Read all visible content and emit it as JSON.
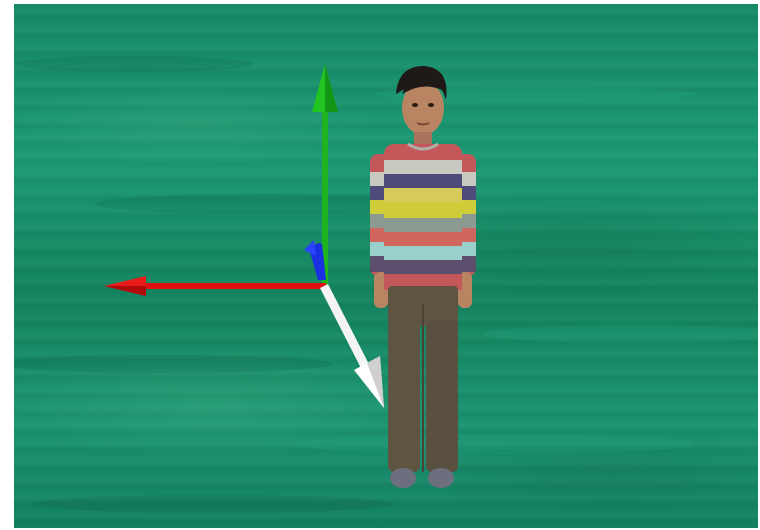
{
  "scene": {
    "ground": "green-textured-grass",
    "gizmo": {
      "axes": [
        {
          "name": "y-axis",
          "color": "#1fb31f",
          "direction": "up"
        },
        {
          "name": "x-axis",
          "color": "#e01010",
          "direction": "left"
        },
        {
          "name": "z-axis",
          "color": "#ffffff",
          "direction": "toward-viewer"
        },
        {
          "name": "rotation-handle",
          "color": "#1a2fe0",
          "direction": "curl"
        }
      ]
    },
    "character": {
      "name": "child-avatar",
      "shirt_stripes": [
        "#c4575a",
        "#c9c9c2",
        "#4e4a7a",
        "#cfcc3a",
        "#8d9a92",
        "#d0675e",
        "#9ad0cc",
        "#5c4f6e"
      ],
      "pants_color": "#5e5442",
      "skin_color": "#b98462",
      "hair_color": "#1f1a18",
      "shoe_color": "#6d6f7e"
    }
  }
}
